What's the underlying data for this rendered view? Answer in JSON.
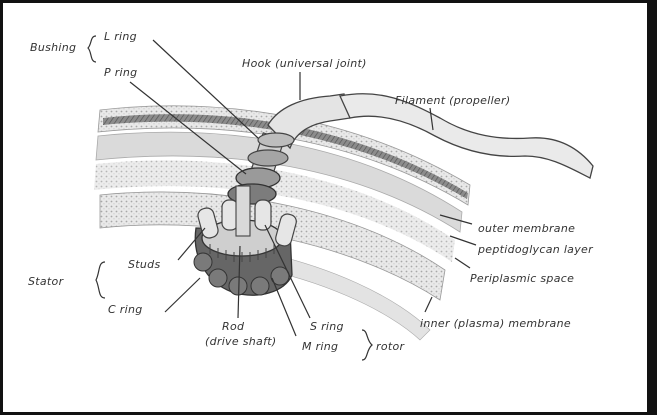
{
  "diagram": {
    "labels": {
      "bushing": "Bushing",
      "l_ring": "L ring",
      "p_ring": "P ring",
      "hook": "Hook (universal joint)",
      "filament": "Filament (propeller)",
      "outer_membrane": "outer membrane",
      "peptidoglycan": "peptidoglycan layer",
      "periplasmic": "Periplasmic space",
      "inner_membrane": "inner (plasma) membrane",
      "stator": "Stator",
      "studs": "Studs",
      "c_ring": "C ring",
      "rod": "Rod",
      "rod_sub": "(drive shaft)",
      "s_ring": "S ring",
      "m_ring": "M ring",
      "rotor": "rotor"
    },
    "colors": {
      "membrane_fill": "#e6e6e6",
      "membrane_dark": "#b8b8b8",
      "stripe": "#6e6e6e",
      "motor": "#8a8a8a",
      "motor_dark": "#555555",
      "filament_fill": "#eaeaea"
    }
  }
}
